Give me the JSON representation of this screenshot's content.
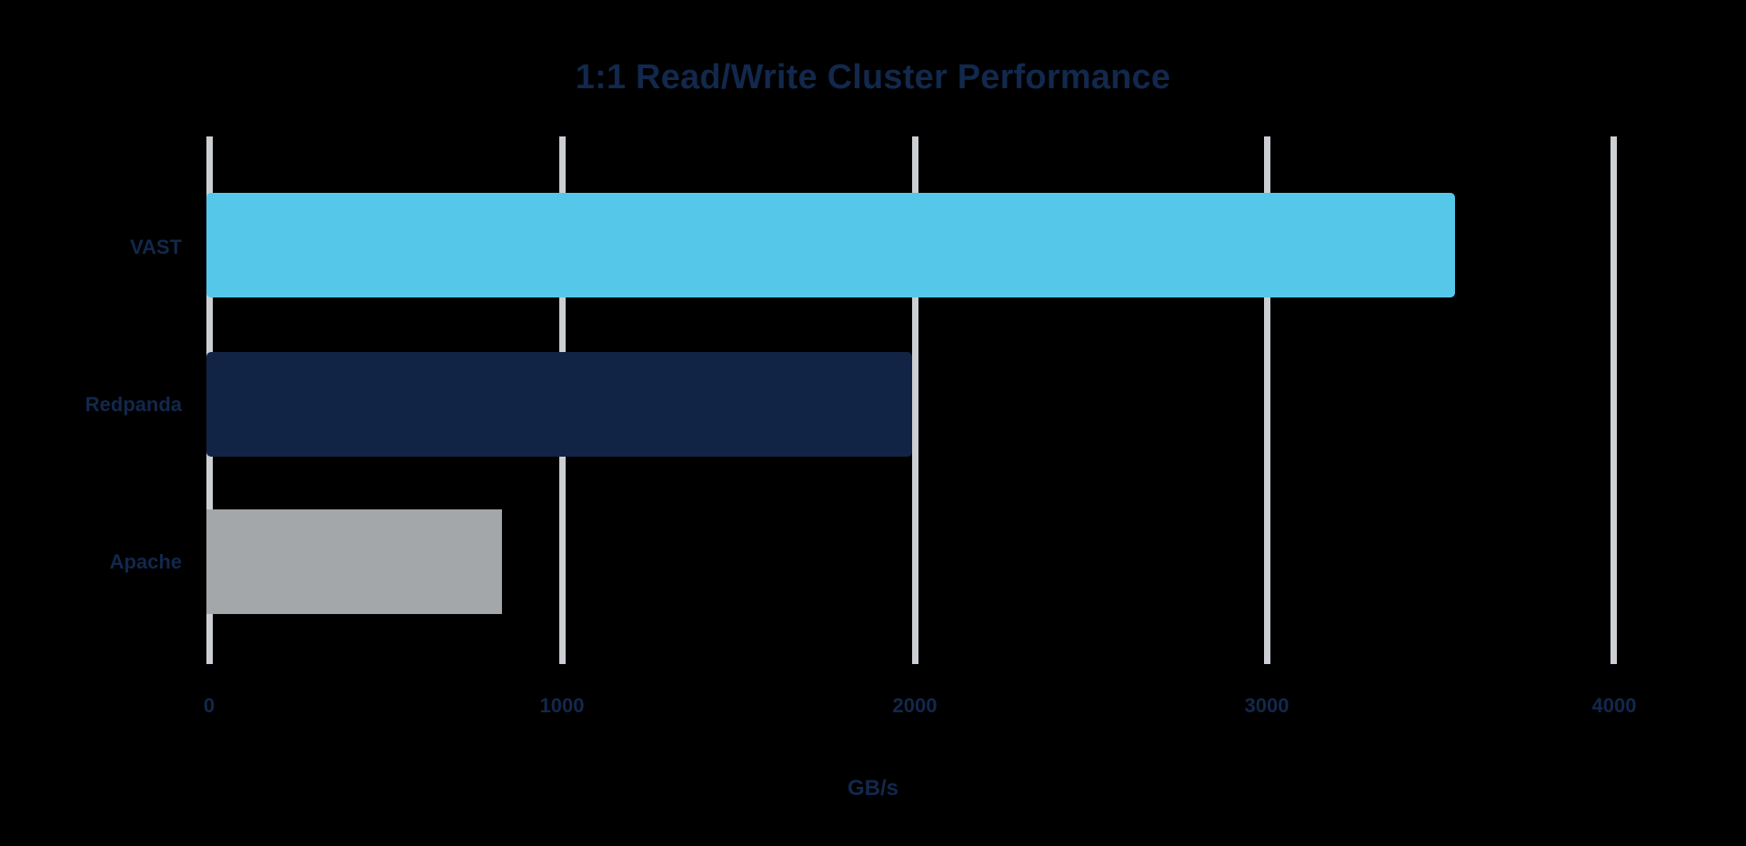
{
  "chart_data": {
    "type": "bar",
    "orientation": "horizontal",
    "title": "1:1 Read/Write Cluster Performance",
    "xlabel": "GB/s",
    "ylabel": "",
    "categories": [
      "VAST",
      "Redpanda",
      "Apache"
    ],
    "values": [
      3540,
      2000,
      838
    ],
    "xlim": [
      0,
      4000
    ],
    "xticks": [
      0,
      1000,
      2000,
      3000,
      4000
    ],
    "xtick_labels": [
      "0",
      "1000",
      "2000",
      "3000",
      "4000"
    ],
    "grid": true,
    "legend": false,
    "bar_colors": [
      "#55C8EA",
      "#122446",
      "#A4A7A9"
    ],
    "background": "#000000",
    "text_color": "#12284C",
    "gridline_color": "#CBCED2"
  },
  "axis": {
    "tick_0": "0",
    "tick_1": "1000",
    "tick_2": "2000",
    "tick_3": "3000",
    "tick_4": "4000",
    "x_title": "GB/s"
  },
  "labels": {
    "cat_0": "VAST",
    "cat_1": "Redpanda",
    "cat_2": "Apache"
  },
  "header": {
    "title": "1:1 Read/Write Cluster Performance"
  }
}
